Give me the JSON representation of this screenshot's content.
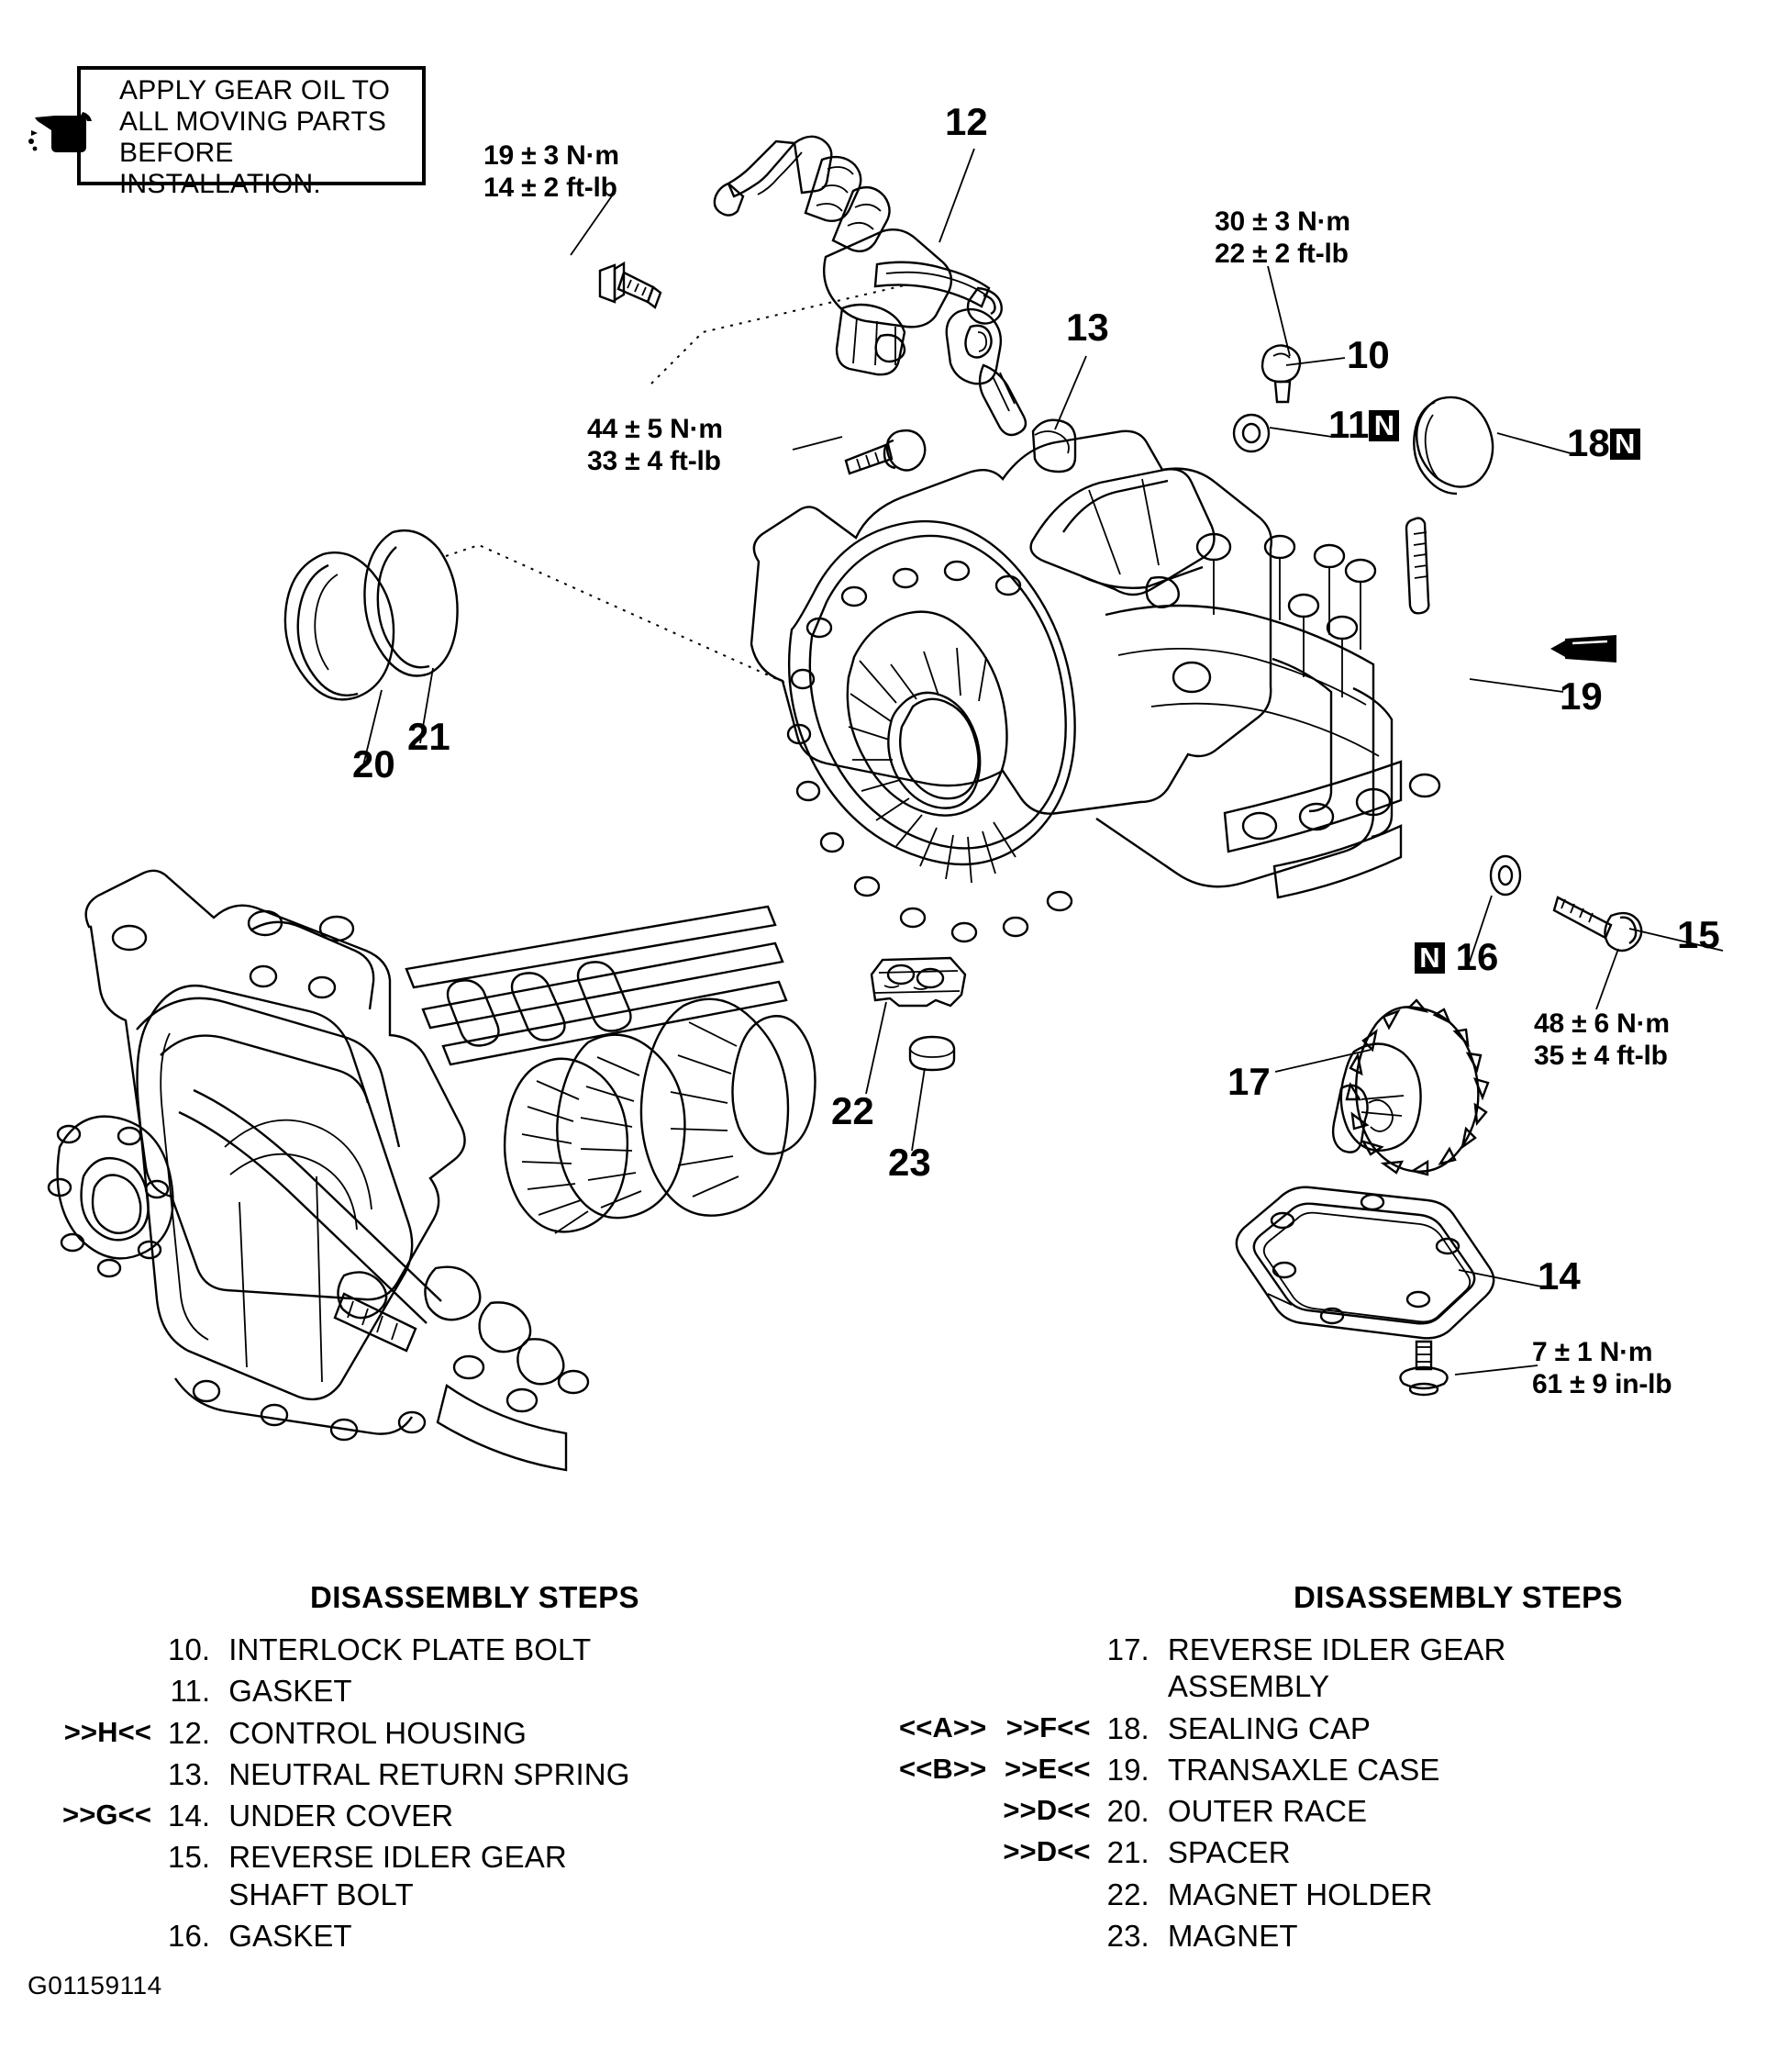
{
  "figure": {
    "id": "G01159114",
    "note_box": {
      "icon": "oil-can-icon",
      "text": "APPLY GEAR OIL TO ALL MOVING PARTS BEFORE INSTALLATION."
    }
  },
  "torque_specs": [
    {
      "id": "t12",
      "metric": "19 ± 3 N·m",
      "imperial": "14 ± 2 ft-lb"
    },
    {
      "id": "t10",
      "metric": "30 ± 3 N·m",
      "imperial": "22 ± 2 ft-lb"
    },
    {
      "id": "t44",
      "metric": "44 ± 5 N·m",
      "imperial": "33 ± 4 ft-lb"
    },
    {
      "id": "t15",
      "metric": "48 ± 6 N·m",
      "imperial": "35 ± 4 ft-lb"
    },
    {
      "id": "t14",
      "metric": "7 ± 1 N·m",
      "imperial": "61 ± 9 in-lb"
    }
  ],
  "callouts": [
    {
      "id": "c12",
      "number": "12",
      "badge": ""
    },
    {
      "id": "c13",
      "number": "13",
      "badge": ""
    },
    {
      "id": "c10",
      "number": "10",
      "badge": ""
    },
    {
      "id": "c11",
      "number": "11",
      "badge": "N"
    },
    {
      "id": "c18",
      "number": "18",
      "badge": "N"
    },
    {
      "id": "c19",
      "number": "19",
      "badge": ""
    },
    {
      "id": "c20",
      "number": "20",
      "badge": ""
    },
    {
      "id": "c21",
      "number": "21",
      "badge": ""
    },
    {
      "id": "c22",
      "number": "22",
      "badge": ""
    },
    {
      "id": "c23",
      "number": "23",
      "badge": ""
    },
    {
      "id": "c17",
      "number": "17",
      "badge": ""
    },
    {
      "id": "c16",
      "number": "16",
      "badge": "N",
      "badge_position": "before"
    },
    {
      "id": "c15",
      "number": "15",
      "badge": ""
    },
    {
      "id": "c14",
      "number": "14",
      "badge": ""
    }
  ],
  "steps_left": {
    "title": "DISASSEMBLY STEPS",
    "rows": [
      {
        "marker": "",
        "num": "10.",
        "label": "INTERLOCK PLATE BOLT"
      },
      {
        "marker": "",
        "num": "11.",
        "label": "GASKET"
      },
      {
        "marker": ">>H<<",
        "num": "12.",
        "label": "CONTROL HOUSING"
      },
      {
        "marker": "",
        "num": "13.",
        "label": "NEUTRAL RETURN SPRING"
      },
      {
        "marker": ">>G<<",
        "num": "14.",
        "label": "UNDER COVER"
      },
      {
        "marker": "",
        "num": "15.",
        "label": "REVERSE IDLER GEAR SHAFT BOLT"
      },
      {
        "marker": "",
        "num": "16.",
        "label": "GASKET"
      }
    ]
  },
  "steps_right": {
    "title": "DISASSEMBLY STEPS",
    "rows": [
      {
        "marker_a": "",
        "marker_b": "",
        "num": "17.",
        "label": "REVERSE IDLER GEAR ASSEMBLY"
      },
      {
        "marker_a": "<<A>>",
        "marker_b": ">>F<<",
        "num": "18.",
        "label": "SEALING CAP"
      },
      {
        "marker_a": "<<B>>",
        "marker_b": ">>E<<",
        "num": "19.",
        "label": "TRANSAXLE CASE"
      },
      {
        "marker_a": "",
        "marker_b": ">>D<<",
        "num": "20.",
        "label": "OUTER RACE"
      },
      {
        "marker_a": "",
        "marker_b": ">>D<<",
        "num": "21.",
        "label": "SPACER"
      },
      {
        "marker_a": "",
        "marker_b": "",
        "num": "22.",
        "label": "MAGNET HOLDER"
      },
      {
        "marker_a": "",
        "marker_b": "",
        "num": "23.",
        "label": "MAGNET"
      }
    ]
  },
  "parts": [
    {
      "name": "control-housing-assembly"
    },
    {
      "name": "interlock-plate-bolt"
    },
    {
      "name": "interlock-plate-gasket"
    },
    {
      "name": "neutral-return-spring"
    },
    {
      "name": "sealing-cap"
    },
    {
      "name": "transaxle-case"
    },
    {
      "name": "clutch-housing-gear-assembly"
    },
    {
      "name": "outer-race"
    },
    {
      "name": "spacer"
    },
    {
      "name": "magnet-holder"
    },
    {
      "name": "magnet"
    },
    {
      "name": "reverse-idler-gear-assembly"
    },
    {
      "name": "reverse-idler-gear-shaft-bolt"
    },
    {
      "name": "reverse-idler-gear-shaft-gasket"
    },
    {
      "name": "under-cover"
    },
    {
      "name": "under-cover-bolt"
    },
    {
      "name": "sealant-tube-icon"
    }
  ],
  "colors": {
    "ink": "#000000",
    "paper": "#ffffff"
  }
}
